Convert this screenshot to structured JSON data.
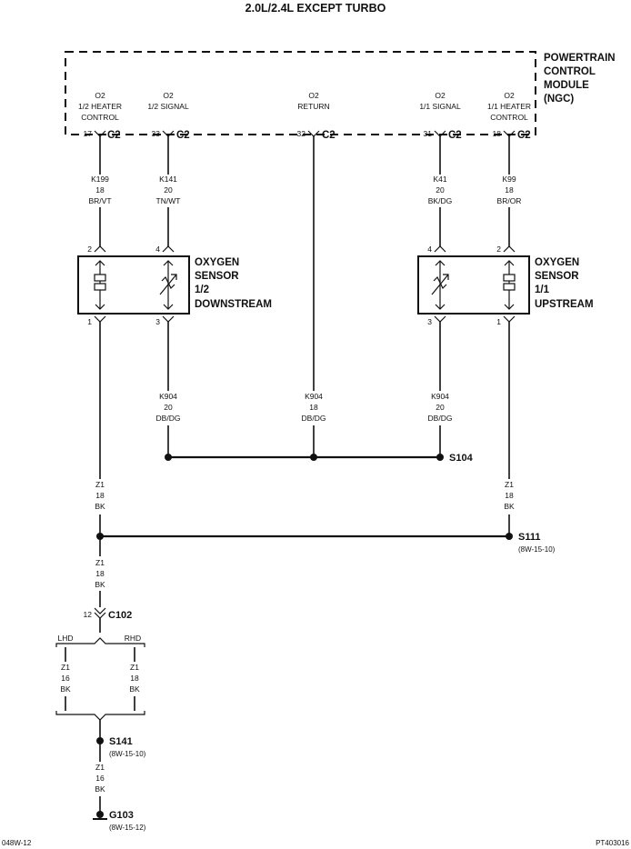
{
  "title": "2.0L/2.4L EXCEPT TURBO",
  "module": {
    "lines": [
      "POWERTRAIN",
      "CONTROL",
      "MODULE",
      "(NGC)"
    ],
    "pins": [
      {
        "l1": "O2",
        "l2": "1/2 HEATER",
        "l3": "CONTROL",
        "pin": "17",
        "conn": "C2"
      },
      {
        "l1": "O2",
        "l2": "1/2 SIGNAL",
        "l3": "",
        "pin": "33",
        "conn": "C2"
      },
      {
        "l1": "O2",
        "l2": "RETURN",
        "l3": "",
        "pin": "32",
        "conn": "C2"
      },
      {
        "l1": "O2",
        "l2": "1/1 SIGNAL",
        "l3": "",
        "pin": "31",
        "conn": "C2"
      },
      {
        "l1": "O2",
        "l2": "1/1 HEATER",
        "l3": "CONTROL",
        "pin": "18",
        "conn": "C2"
      }
    ]
  },
  "wires_top": [
    {
      "circuit": "K199",
      "gauge": "18",
      "color": "BR/VT"
    },
    {
      "circuit": "K141",
      "gauge": "20",
      "color": "TN/WT"
    },
    {
      "circuit": "K41",
      "gauge": "20",
      "color": "BK/DG"
    },
    {
      "circuit": "K99",
      "gauge": "18",
      "color": "BR/OR"
    }
  ],
  "sensor_left": {
    "lines": [
      "OXYGEN",
      "SENSOR",
      "1/2",
      "DOWNSTREAM"
    ],
    "pins": {
      "heater_top": "2",
      "signal_top": "4",
      "heater_bottom": "1",
      "signal_bottom": "3"
    }
  },
  "sensor_right": {
    "lines": [
      "OXYGEN",
      "SENSOR",
      "1/1",
      "UPSTREAM"
    ],
    "pins": {
      "signal_top": "4",
      "heater_top": "2",
      "signal_bottom": "3",
      "heater_bottom": "1"
    }
  },
  "wires_return": [
    {
      "circuit": "K904",
      "gauge": "20",
      "color": "DB/DG"
    },
    {
      "circuit": "K904",
      "gauge": "18",
      "color": "DB/DG"
    },
    {
      "circuit": "K904",
      "gauge": "20",
      "color": "DB/DG"
    }
  ],
  "splice_s104": {
    "label": "S104"
  },
  "wire_z1_left": {
    "circuit": "Z1",
    "gauge": "18",
    "color": "BK"
  },
  "wire_z1_right": {
    "circuit": "Z1",
    "gauge": "18",
    "color": "BK"
  },
  "splice_s111": {
    "label": "S111",
    "ref": "(8W-15-10)"
  },
  "wire_z1_mid": {
    "circuit": "Z1",
    "gauge": "18",
    "color": "BK"
  },
  "connector_c102": {
    "pin": "12",
    "label": "C102"
  },
  "branch": {
    "lhd": {
      "label": "LHD",
      "circuit": "Z1",
      "gauge": "16",
      "color": "BK"
    },
    "rhd": {
      "label": "RHD",
      "circuit": "Z1",
      "gauge": "18",
      "color": "BK"
    }
  },
  "splice_s141": {
    "label": "S141",
    "ref": "(8W-15-10)"
  },
  "wire_z1_bottom": {
    "circuit": "Z1",
    "gauge": "16",
    "color": "BK"
  },
  "ground_g103": {
    "label": "G103",
    "ref": "(8W-15-12)"
  },
  "footer": {
    "left": "048W-12",
    "right": "PT403016"
  }
}
